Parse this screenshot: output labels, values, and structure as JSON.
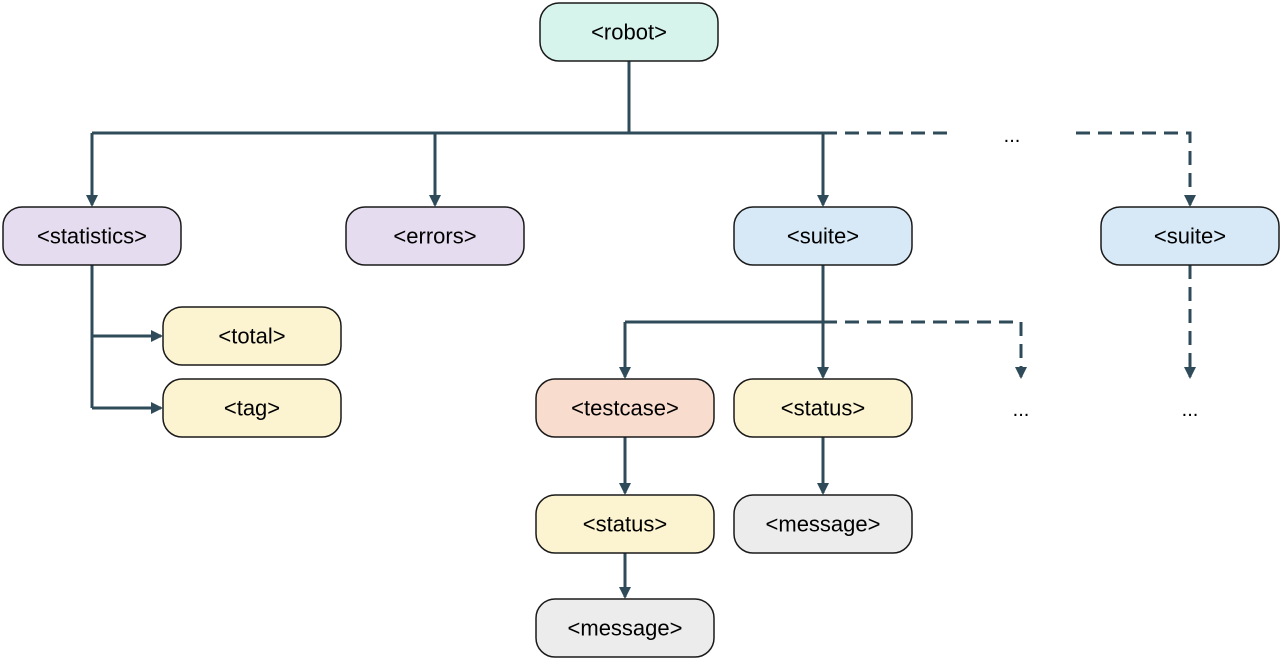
{
  "colors": {
    "edge": "#2f4b5a",
    "robot": "#d6f4ec",
    "statistics": "#e6dcef",
    "errors": "#e6dcef",
    "suite": "#d7e8f6",
    "total": "#fcf4d1",
    "tag": "#fcf4d1",
    "testcase": "#f8dccd",
    "status": "#fcf4d1",
    "message": "#ececec"
  },
  "nodes": {
    "robot": "<robot>",
    "statistics": "<statistics>",
    "errors": "<errors>",
    "suite_1": "<suite>",
    "suite_2": "<suite>",
    "total": "<total>",
    "tag": "<tag>",
    "testcase": "<testcase>",
    "suite_status": "<status>",
    "testcase_status": "<status>",
    "suite_message": "<message>",
    "testcase_message": "<message>"
  },
  "ellipses": {
    "top": "...",
    "suite_children": "...",
    "suite_2_children": "..."
  }
}
